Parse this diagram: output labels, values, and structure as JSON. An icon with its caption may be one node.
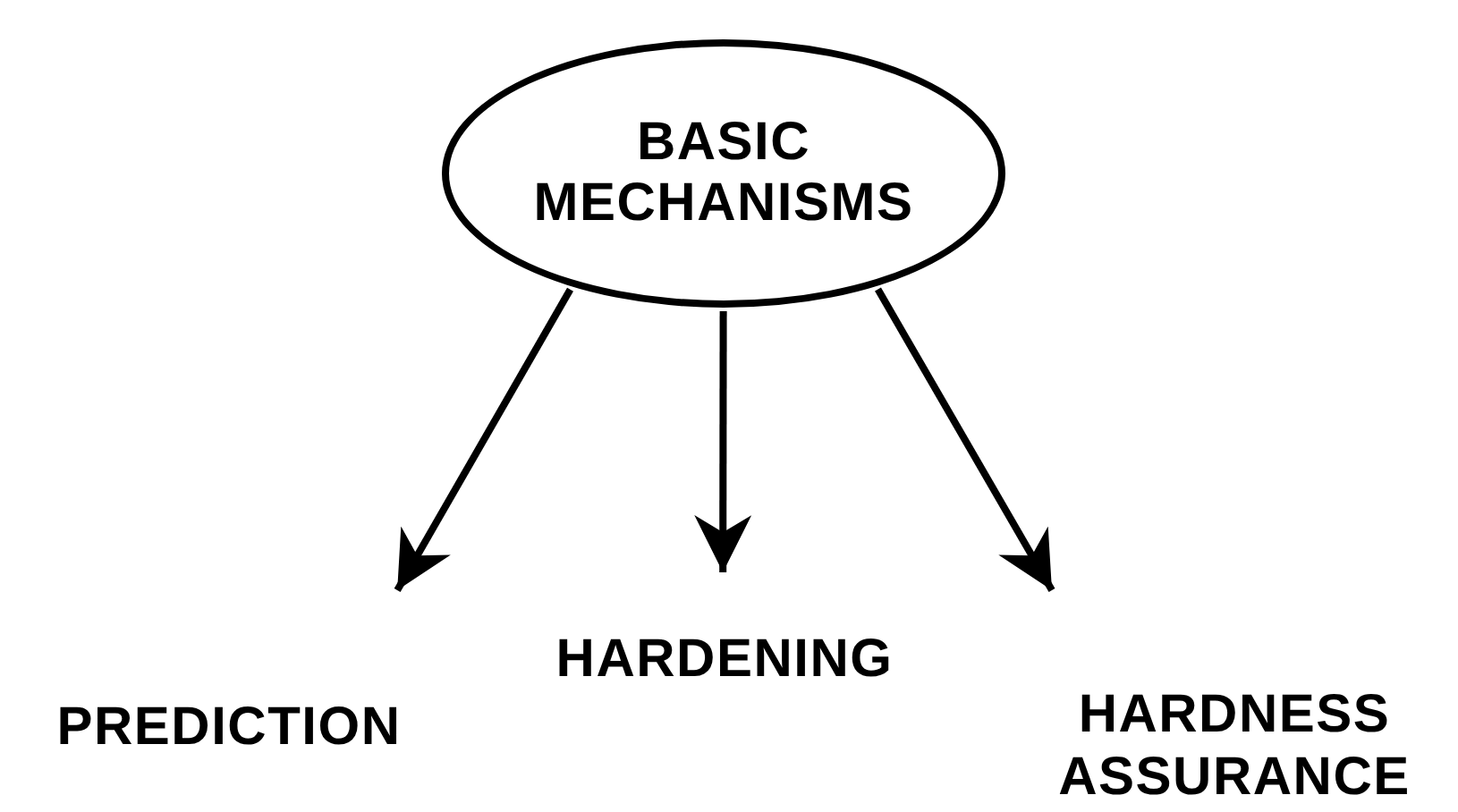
{
  "diagram": {
    "nodes": [
      {
        "text": [
          "BASIC MECHANISMS"
        ]
      },
      {
        "text": [
          "PREDICTION"
        ]
      },
      {
        "text": [
          "HARDENING"
        ]
      },
      {
        "text": [
          "HARDNESS ASSURANCE"
        ]
      }
    ],
    "edges": [
      {
        "from": 0,
        "to": 1,
        "arrow": "to"
      },
      {
        "from": 0,
        "to": 2,
        "arrow": "to"
      },
      {
        "from": 0,
        "to": 3,
        "arrow": "to"
      }
    ]
  }
}
